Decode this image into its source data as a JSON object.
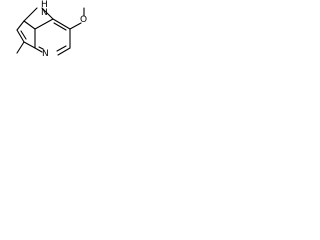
{
  "structure": {
    "atoms": {
      "nh": "H",
      "n_indole": "N",
      "n_pyridine": "N",
      "o": "O"
    }
  }
}
